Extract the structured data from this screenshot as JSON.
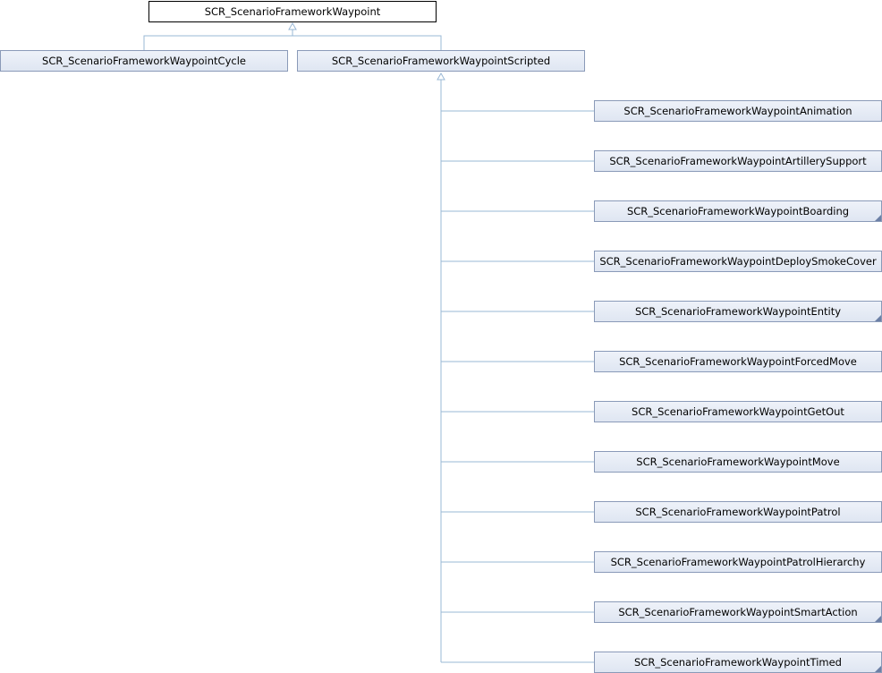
{
  "diagram": {
    "base": "SCR_ScenarioFrameworkWaypoint",
    "level1": [
      "SCR_ScenarioFrameworkWaypointCycle",
      "SCR_ScenarioFrameworkWaypointScripted"
    ],
    "scripted_children": [
      "SCR_ScenarioFrameworkWaypointAnimation",
      "SCR_ScenarioFrameworkWaypointArtillerySupport",
      "SCR_ScenarioFrameworkWaypointBoarding",
      "SCR_ScenarioFrameworkWaypointDeploySmokeCover",
      "SCR_ScenarioFrameworkWaypointEntity",
      "SCR_ScenarioFrameworkWaypointForcedMove",
      "SCR_ScenarioFrameworkWaypointGetOut",
      "SCR_ScenarioFrameworkWaypointMove",
      "SCR_ScenarioFrameworkWaypointPatrol",
      "SCR_ScenarioFrameworkWaypointPatrolHierarchy",
      "SCR_ScenarioFrameworkWaypointSmartAction",
      "SCR_ScenarioFrameworkWaypointTimed"
    ]
  },
  "colors": {
    "edge": "#9ab8d6",
    "node_border": "#8a9ab8",
    "node_fill": "#e4eaf5"
  }
}
